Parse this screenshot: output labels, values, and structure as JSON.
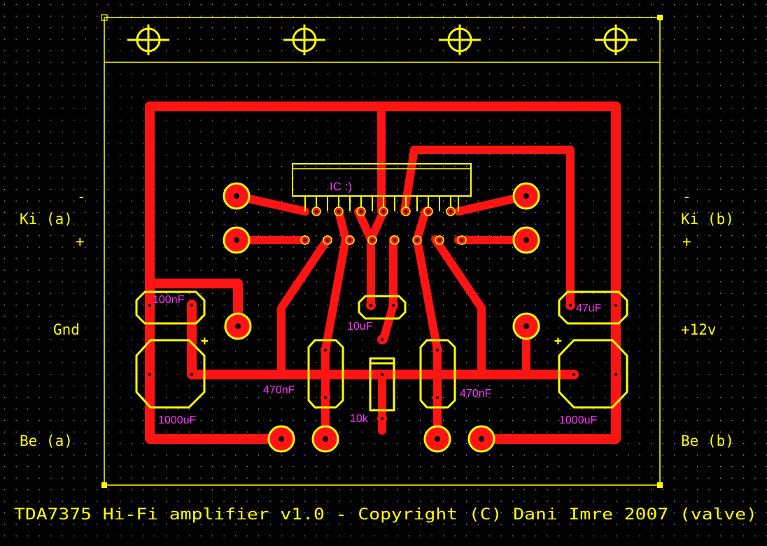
{
  "colors": {
    "background": "#000000",
    "grid_dot": "#9a9a9a",
    "copper": "#ff1414",
    "silk": "#ffff00",
    "label": "#ff33ff",
    "pad_hole": "#000000"
  },
  "edge_labels": {
    "left_minus": "-",
    "left_ki": "Ki (a)",
    "left_plus": "+",
    "left_gnd": "Gnd",
    "left_be": "Be (a)",
    "right_minus": "-",
    "right_ki": "Ki (b)",
    "right_plus": "+",
    "right_12v": "+12v",
    "right_be": "Be (b)"
  },
  "footer": {
    "title": "TDA7375 Hi-Fi amplifier v1.0 - Copyright (C) Dani Imre 2007 (valve)"
  },
  "components": {
    "ic_label": "IC :)",
    "c_100nf": "100nF",
    "c_47uf": "47uF",
    "c_10uf": "10uF",
    "c_470nf_left": "470nF",
    "c_470nf_right": "470nF",
    "c_1000uf_left": "1000uF",
    "c_1000uf_right": "1000uF",
    "r_10k": "10k",
    "polarity_left": "+",
    "polarity_right": "+"
  }
}
